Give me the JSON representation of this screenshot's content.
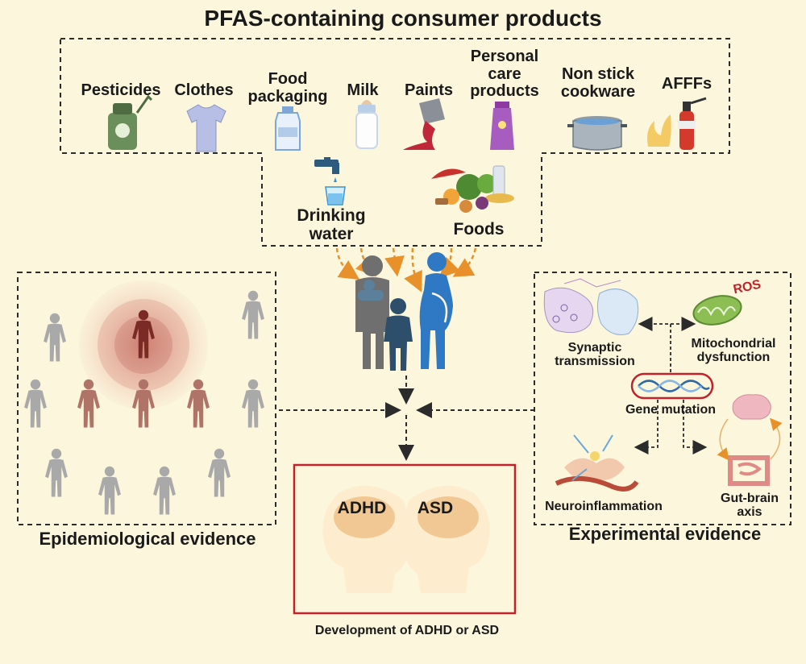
{
  "title": "PFAS-containing consumer products",
  "products": {
    "pesticides": "Pesticides",
    "clothes": "Clothes",
    "food_packaging_1": "Food",
    "food_packaging_2": "packaging",
    "milk": "Milk",
    "paints": "Paints",
    "personal_care_1": "Personal",
    "personal_care_2": "care",
    "personal_care_3": "products",
    "non_stick_1": "Non stick",
    "non_stick_2": "cookware",
    "afffs": "AFFFs"
  },
  "sources": {
    "drinking_water_1": "Drinking",
    "drinking_water_2": "water",
    "foods": "Foods"
  },
  "epidemiological": {
    "label": "Epidemiological evidence"
  },
  "experimental": {
    "label": "Experimental evidence",
    "ros": "ROS",
    "synaptic_1": "Synaptic",
    "synaptic_2": "transmission",
    "mito_1": "Mitochondrial",
    "mito_2": "dysfunction",
    "gene_mutation": "Gene mutation",
    "neuroinflammation": "Neuroinflammation",
    "gut_brain_1": "Gut-brain",
    "gut_brain_2": "axis"
  },
  "outcome": {
    "adhd": "ADHD",
    "asd": "ASD",
    "caption": "Development of ADHD or ASD"
  },
  "colors": {
    "background": "#fbf6dc",
    "dashed": "#2b2b2b",
    "orange_arrow": "#e8912a",
    "outcome_border": "#c0222b",
    "person_grey": "#6f6f6f",
    "person_blue": "#2f78c4",
    "child_blue": "#2d4f6b",
    "highlight_red": "#7a2b25",
    "exposed_pink": "#b07368"
  }
}
